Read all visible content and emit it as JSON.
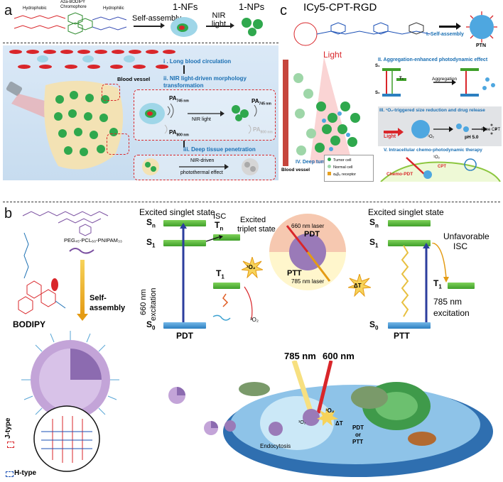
{
  "panel_a": {
    "label": "a",
    "hydrophobic_left": "Hydrophobic",
    "chromophore": "Aza-BODIPY Chromophore",
    "hydrophilic": "Hydrophilic",
    "self_assembly": "Self-assembly",
    "nfs": "1-NFs",
    "nir_light": "NIR light",
    "nps": "1-NPs",
    "blood_vessel": "Blood vessel",
    "step1": "i . Long blood circulation",
    "step2": "ii. NIR light-driven morphology transformation",
    "pa745_left": "PA",
    "pa745_left_sub": "745 nm",
    "pa745_right": "PA",
    "pa745_right_sub": "745 nm",
    "pa800_left": "PA",
    "pa800_left_sub": "800 nm",
    "pa800_right": "PA",
    "pa800_right_sub": "800 nm",
    "nir_light_small": "NIR light",
    "step3": "iii. Deep tissue penetration",
    "nir_driven": "NIR-driven",
    "photothermal": "photothermal effect"
  },
  "panel_c": {
    "label": "c",
    "title": "ICy5-CPT-RGD",
    "ptn": "PTN",
    "step1": "I. Self-assembly",
    "light": "Light",
    "step2": "II. Aggregation-enhanced photodynamic effect",
    "aggregation": "Aggregation",
    "step3": "III. ¹O₂-triggered size reduction and drug release",
    "light_small": "Light",
    "o2": "¹O₂",
    "ph": "pH 5.0",
    "free_cpt": "Free CPT",
    "step5": "V. Intracellular chemo-photodynamic therapy",
    "step4": "IV. Deep tumor penetration",
    "blood_vessel": "Blood vessel",
    "legend_tumor": "Tumor cell",
    "legend_normal": "Normal cell",
    "legend_receptor": "αᵥβ₃ receptor",
    "chemo_pdt": "Chemo-PDT",
    "cpt": "CPT",
    "o2_cell": "¹O₂",
    "s1": "S₁",
    "s0": "S₀",
    "t1": "T₁"
  },
  "panel_b": {
    "label": "b",
    "polymer": "PEG₄₅-PCL₆₀-PNIPAM₃₃",
    "self_assembly": "Self-\nassembly",
    "self": "Self-",
    "assembly": "assembly",
    "bodipy": "BODIPY",
    "jtype": "J-type",
    "htype": "H-type",
    "pdt_diagram": {
      "title": "Excited singlet state",
      "sn": "S",
      "sn_sub": "n",
      "s1": "S",
      "s1_sub": "1",
      "s0": "S",
      "s0_sub": "0",
      "tn": "T",
      "tn_sub": "n",
      "t1": "T",
      "t1_sub": "1",
      "isc": "ISC",
      "triplet": "Excited\ntriplet state",
      "triplet_l1": "Excited",
      "triplet_l2": "triplet state",
      "excitation_nm": "660 nm",
      "excitation": "excitation",
      "o2_singlet": "¹O₂",
      "o2_triplet": "³O₂",
      "name": "PDT"
    },
    "center_circle": {
      "laser660": "660 nm laser",
      "pdt": "PDT",
      "ptt": "PTT",
      "laser785": "785 nm laser"
    },
    "ptt_diagram": {
      "title": "Excited singlet state",
      "sn": "S",
      "sn_sub": "n",
      "s1": "S",
      "s1_sub": "1",
      "s0": "S",
      "s0_sub": "0",
      "t1": "T",
      "t1_sub": "1",
      "unfavorable": "Unfavorable",
      "isc": "ISC",
      "excitation_nm": "785 nm",
      "excitation": "excitation",
      "name": "PTT"
    },
    "delta_t": "ΔT",
    "laser785": "785 nm",
    "laser600": "600 nm",
    "cell_o2": "¹O₂",
    "cell_dt": "ΔT",
    "cell_pdt": "PDT",
    "cell_or": "or",
    "cell_ptt": "PTT",
    "endocytosis": "Endocytosis",
    "o2_inner": "¹O₂"
  },
  "colors": {
    "accent_blue": "#1a6fb3",
    "dash_red": "#d9262a",
    "level_green": "#4caf2f",
    "level_blue": "#2c7fc0"
  }
}
